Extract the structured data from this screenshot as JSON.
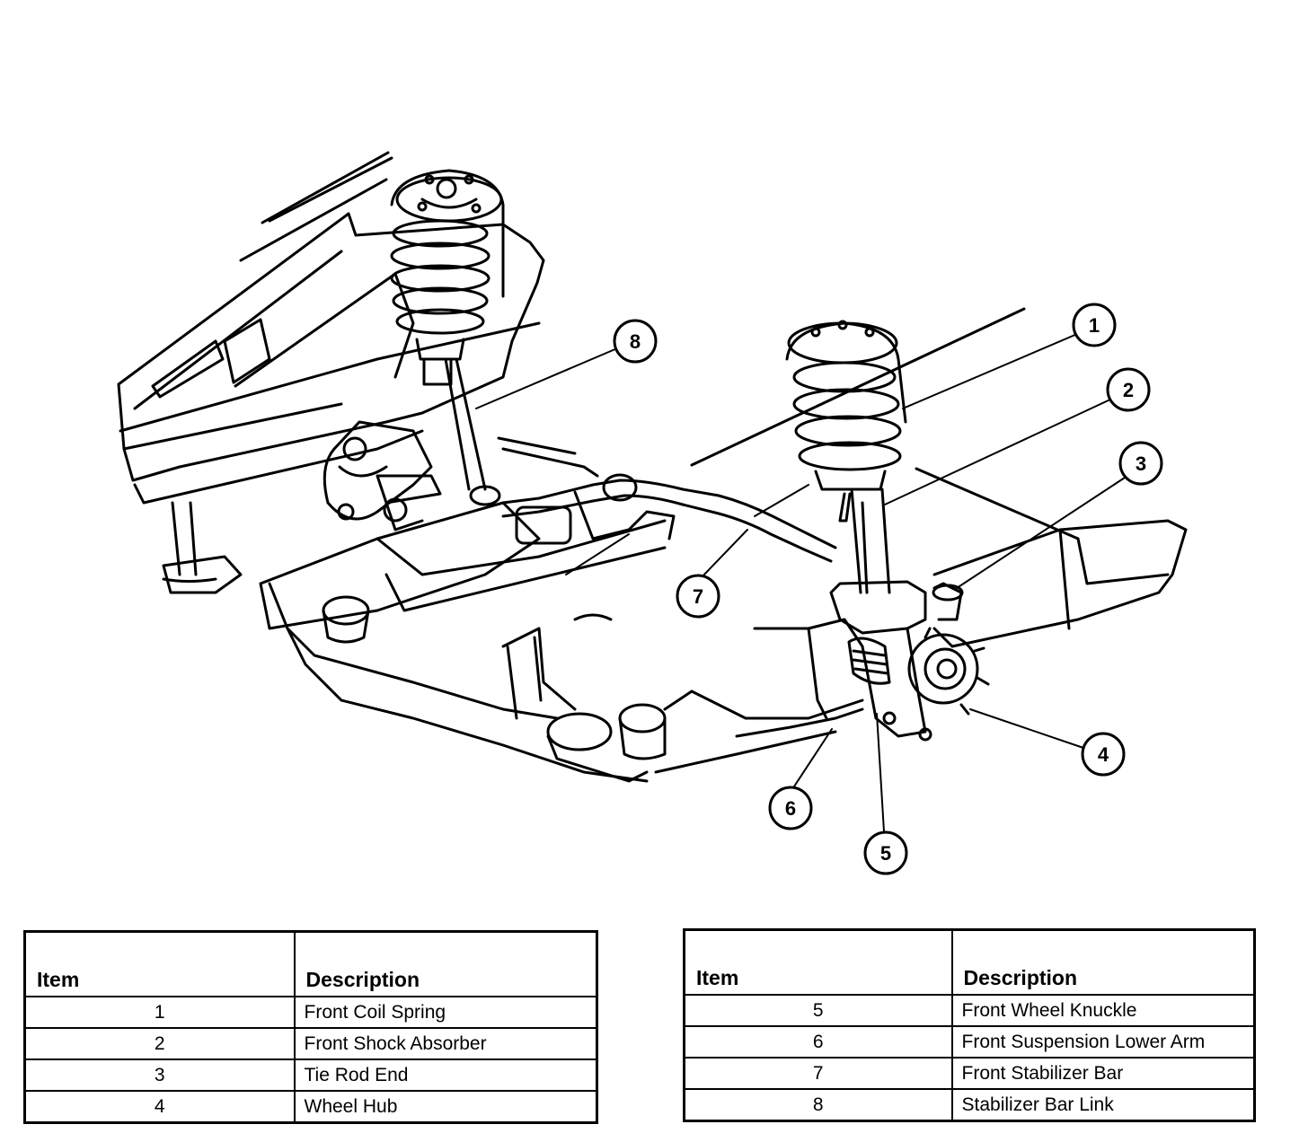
{
  "callouts": [
    "1",
    "2",
    "3",
    "4",
    "5",
    "6",
    "7",
    "8"
  ],
  "table_left": {
    "headers": {
      "item": "Item",
      "description": "Description"
    },
    "rows": [
      {
        "item": "1",
        "description": "Front Coil Spring"
      },
      {
        "item": "2",
        "description": "Front Shock Absorber"
      },
      {
        "item": "3",
        "description": "Tie Rod End"
      },
      {
        "item": "4",
        "description": "Wheel Hub"
      }
    ]
  },
  "table_right": {
    "headers": {
      "item": "Item",
      "description": "Description"
    },
    "rows": [
      {
        "item": "5",
        "description": "Front Wheel Knuckle"
      },
      {
        "item": "6",
        "description": "Front Suspension Lower Arm"
      },
      {
        "item": "7",
        "description": "Front Stabilizer Bar"
      },
      {
        "item": "8",
        "description": "Stabilizer Bar Link"
      }
    ]
  }
}
